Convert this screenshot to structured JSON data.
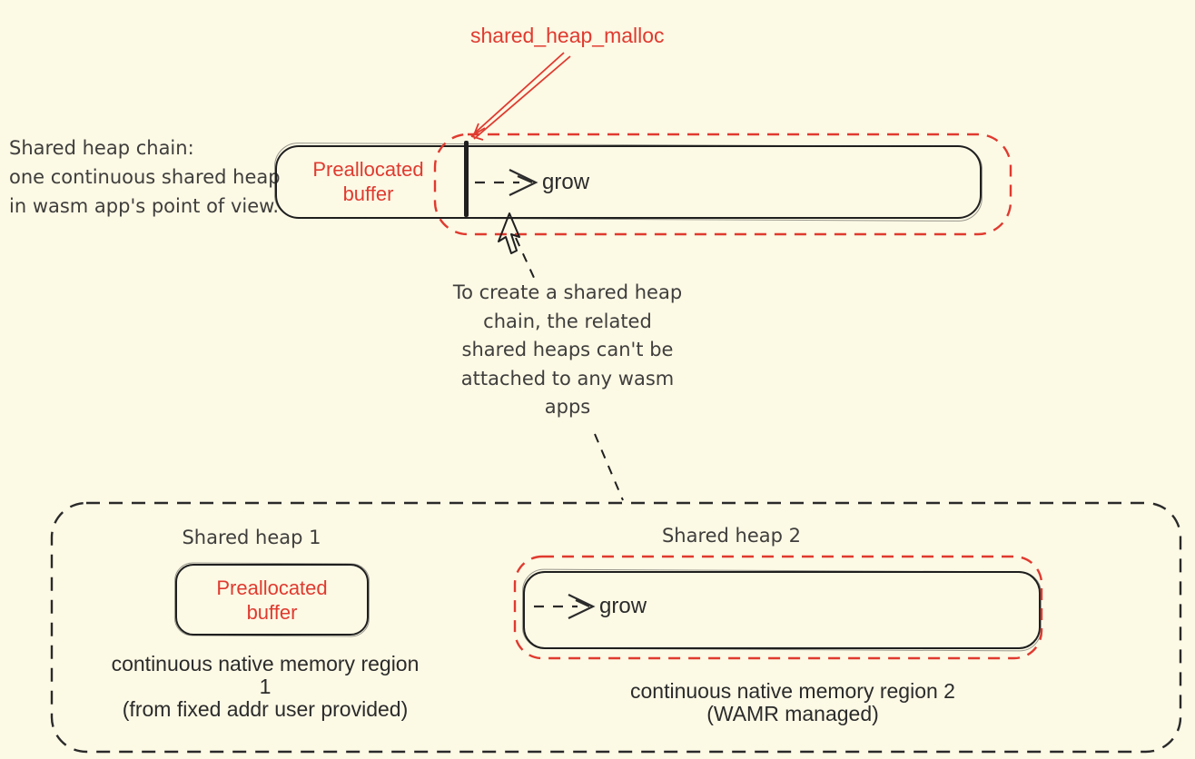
{
  "colors": {
    "background": "#fcf9e5",
    "accent_red": "#e03a2f",
    "ink_black": "#1f1f1f",
    "note_gray": "#3f3e3c"
  },
  "annotation": {
    "malloc_label": "shared_heap_malloc"
  },
  "left_note": {
    "lines": [
      "Shared heap chain:",
      "one continuous shared heap",
      "in wasm app's point of view."
    ]
  },
  "chain_heap": {
    "prealloc_line1": "Preallocated",
    "prealloc_line2": "buffer",
    "grow_label": "grow"
  },
  "middle_note": {
    "lines": [
      "To create a shared heap",
      "chain, the related",
      "shared heaps can't be",
      "attached to any wasm",
      "apps"
    ]
  },
  "heap1": {
    "title": "Shared heap 1",
    "prealloc_line1": "Preallocated",
    "prealloc_line2": "buffer",
    "caption_line1": "continuous native memory region 1",
    "caption_line2": "(from fixed addr user provided)"
  },
  "heap2": {
    "title": "Shared heap 2",
    "grow_label": "grow",
    "caption_line1": "continuous native memory region 2",
    "caption_line2": "(WAMR managed)"
  }
}
